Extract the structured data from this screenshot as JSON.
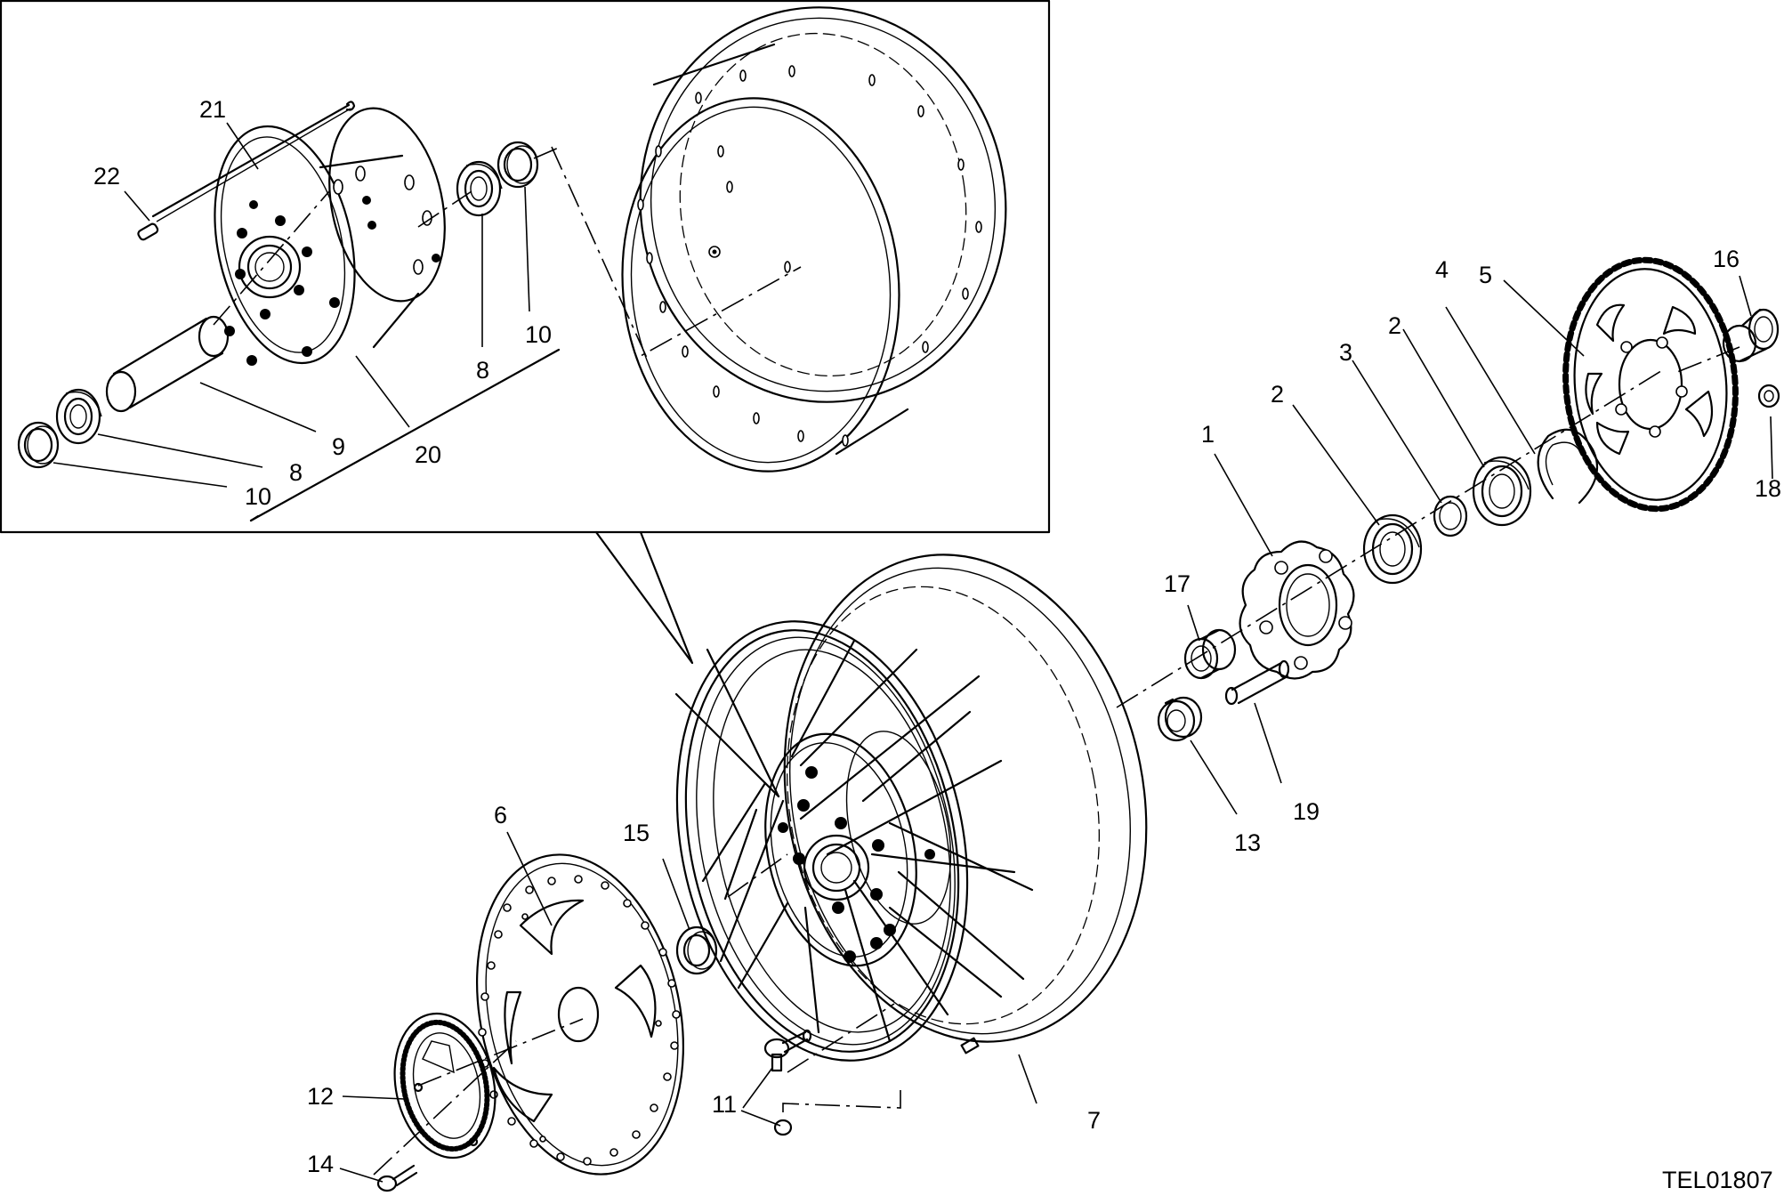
{
  "drawing_code": "TEL01807",
  "callouts": [
    {
      "id": "c21",
      "text": "21"
    },
    {
      "id": "c22",
      "text": "22"
    },
    {
      "id": "c8a",
      "text": "8"
    },
    {
      "id": "c10a",
      "text": "10"
    },
    {
      "id": "c9",
      "text": "9"
    },
    {
      "id": "c8b",
      "text": "8"
    },
    {
      "id": "c10b",
      "text": "10"
    },
    {
      "id": "c20",
      "text": "20"
    },
    {
      "id": "c1",
      "text": "1"
    },
    {
      "id": "c2a",
      "text": "2"
    },
    {
      "id": "c3",
      "text": "3"
    },
    {
      "id": "c2b",
      "text": "2"
    },
    {
      "id": "c4",
      "text": "4"
    },
    {
      "id": "c5",
      "text": "5"
    },
    {
      "id": "c16",
      "text": "16"
    },
    {
      "id": "c18",
      "text": "18"
    },
    {
      "id": "c17",
      "text": "17"
    },
    {
      "id": "c19",
      "text": "19"
    },
    {
      "id": "c13",
      "text": "13"
    },
    {
      "id": "c6",
      "text": "6"
    },
    {
      "id": "c15",
      "text": "15"
    },
    {
      "id": "c12",
      "text": "12"
    },
    {
      "id": "c11",
      "text": "11"
    },
    {
      "id": "c14",
      "text": "14"
    },
    {
      "id": "c7",
      "text": "7"
    }
  ]
}
